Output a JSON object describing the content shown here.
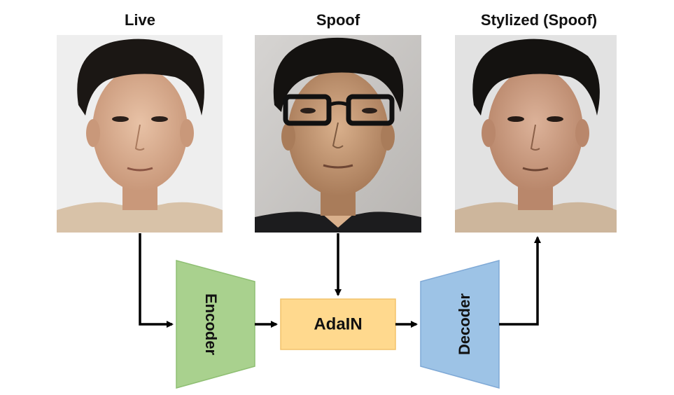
{
  "images": [
    {
      "title": "Live"
    },
    {
      "title": "Spoof"
    },
    {
      "title": "Stylized (Spoof)"
    }
  ],
  "blocks": {
    "encoder": "Encoder",
    "adain": "AdaIN",
    "decoder": "Decoder"
  },
  "colors": {
    "encoder_fill": "#a9d18e",
    "encoder_stroke": "#8fbf73",
    "adain_fill": "#ffd98e",
    "adain_stroke": "#f2c36b",
    "decoder_fill": "#9dc3e6",
    "decoder_stroke": "#7fa9d6",
    "arrow": "#000000"
  }
}
